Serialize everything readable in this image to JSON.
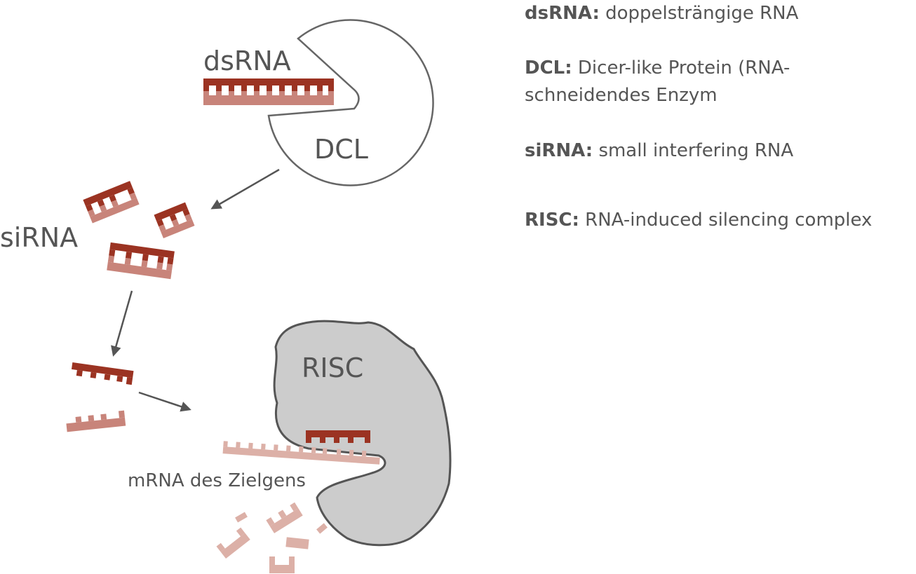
{
  "diagram": {
    "labels": {
      "dsrna": "dsRNA",
      "dcl": "DCL",
      "sirna": "siRNA",
      "risc": "RISC",
      "mrna": "mRNA des Zielgens"
    },
    "colors": {
      "strand_dark": "#9b3322",
      "strand_light": "#c8847a",
      "strand_pale": "#dcb0a7",
      "risc_fill": "#cccccc",
      "outline": "#555555",
      "arrow": "#555555",
      "text": "#555555"
    }
  },
  "legend": [
    {
      "term": "dsRNA:",
      "desc": "doppelsträngige RNA"
    },
    {
      "term": "DCL:",
      "desc": "Dicer-like Protein (RNA-schneidendes Enzym"
    },
    {
      "term": "siRNA:",
      "desc": "small interfering RNA"
    },
    {
      "term": "RISC:",
      "desc": "RNA-induced silencing complex"
    }
  ]
}
